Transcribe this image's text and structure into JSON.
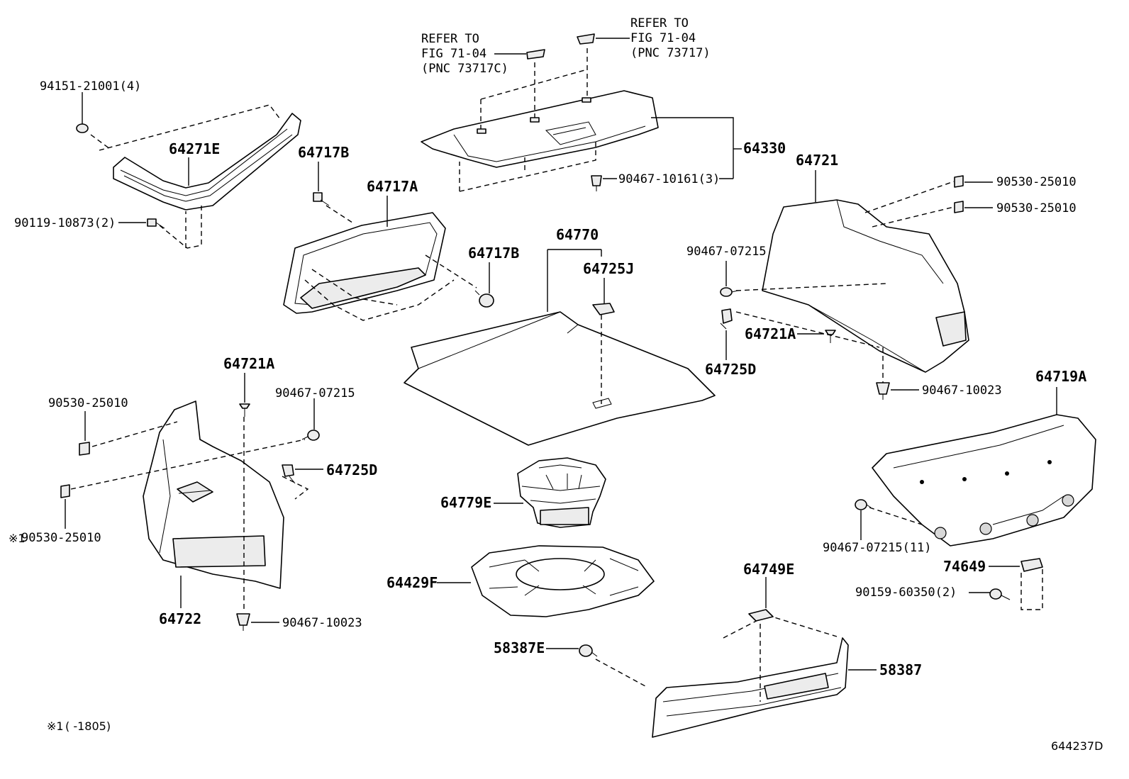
{
  "diagram": {
    "code": "644237D",
    "footnote": {
      "mark": "※1",
      "text": "(      -1805)"
    },
    "references": [
      {
        "line1": "REFER TO",
        "line2": "FIG 71-04",
        "line3": "(PNC 73717C)"
      },
      {
        "line1": "REFER TO",
        "line2": "FIG 71-04",
        "line3": "(PNC 73717)"
      }
    ],
    "labels": {
      "p94151": "94151-21001(4)",
      "p64271E": "64271E",
      "p90119": "90119-10873(2)",
      "p64717B_a": "64717B",
      "p64717A": "64717A",
      "p64717B_b": "64717B",
      "p64330": "64330",
      "p90467_10161": "90467-10161(3)",
      "p64770": "64770",
      "p64725J": "64725J",
      "p64721": "64721",
      "p90530_a": "90530-25010",
      "p90530_b": "90530-25010",
      "p90467_07215_a": "90467-07215",
      "p64721A_a": "64721A",
      "p64725D_a": "64725D",
      "p90467_10023_a": "90467-10023",
      "p64719A": "64719A",
      "p64721A_b": "64721A",
      "p90530_c": "90530-25010",
      "p90467_07215_b": "90467-07215",
      "p64725D_b": "64725D",
      "p90530_d": "90530-25010",
      "p64722": "64722",
      "p90467_10023_b": "90467-10023",
      "p64779E": "64779E",
      "p64429F": "64429F",
      "p64749E": "64749E",
      "p58387E": "58387E",
      "p58387": "58387",
      "p90467_07215_c": "90467-07215(11)",
      "p74649": "74649",
      "p90159": "90159-60350(2)"
    }
  }
}
